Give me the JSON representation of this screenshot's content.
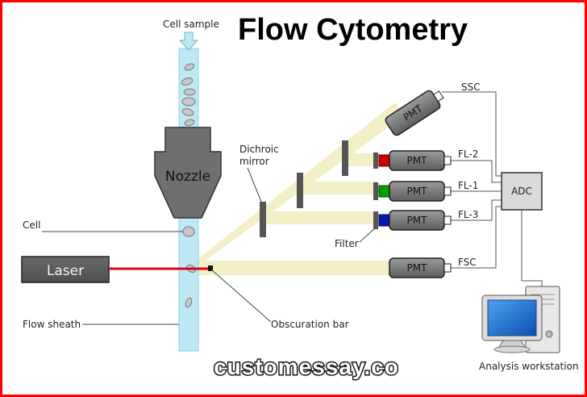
{
  "title": "Flow Cytometry",
  "labels": {
    "cell_sample": "Cell sample",
    "nozzle": "Nozzle",
    "cell": "Cell",
    "laser": "Laser",
    "flow_sheath": "Flow sheath",
    "dichroic_mirror_line1": "Dichroic",
    "dichroic_mirror_line2": "mirror",
    "filter": "Filter",
    "obscuration_bar": "Obscuration bar",
    "analysis_workstation": "Analysis workstation",
    "adc": "ADC"
  },
  "detectors": [
    {
      "pmt": "PMT",
      "channel": "SSC"
    },
    {
      "pmt": "PMT",
      "channel": "FL-2"
    },
    {
      "pmt": "PMT",
      "channel": "FL-1"
    },
    {
      "pmt": "PMT",
      "channel": "FL-3"
    },
    {
      "pmt": "PMT",
      "channel": "FSC"
    }
  ],
  "watermark": "customessay.co",
  "colors": {
    "border": "#ff0000",
    "flow_stream": "#bde9f5",
    "laser_beam": "#e0001a",
    "light_path": "#f3efc4",
    "filter_red": "#cc0000",
    "filter_green": "#00a000",
    "filter_blue": "#0018b0",
    "instrument_gray": "#737373",
    "screen_blue": "#1f6fd0"
  }
}
